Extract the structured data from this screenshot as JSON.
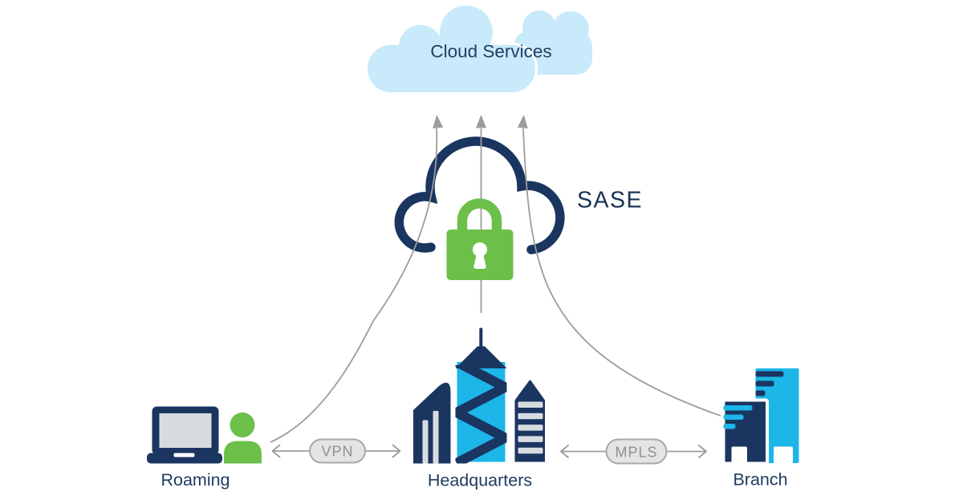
{
  "diagram": {
    "title_label": "SASE",
    "cloud_services_label": "Cloud Services",
    "nodes": {
      "roaming": {
        "label": "Roaming"
      },
      "headquarters": {
        "label": "Headquarters"
      },
      "branch": {
        "label": "Branch"
      }
    },
    "links": {
      "vpn": {
        "label": "VPN"
      },
      "mpls": {
        "label": "MPLS"
      }
    },
    "icons": [
      "cloud-services-cloud-icon",
      "sase-cloud-icon",
      "padlock-icon",
      "laptop-icon",
      "user-icon",
      "headquarters-buildings-icon",
      "branch-buildings-icon",
      "up-arrow-icons",
      "double-arrow-connectors"
    ],
    "colors": {
      "navy": "#1b3561",
      "cyan": "#1cb6e9",
      "green": "#6cc04a",
      "cloud_blue": "#c9eafa",
      "connector_gray": "#9c9c9c",
      "light_gray": "#d8dce1"
    }
  }
}
